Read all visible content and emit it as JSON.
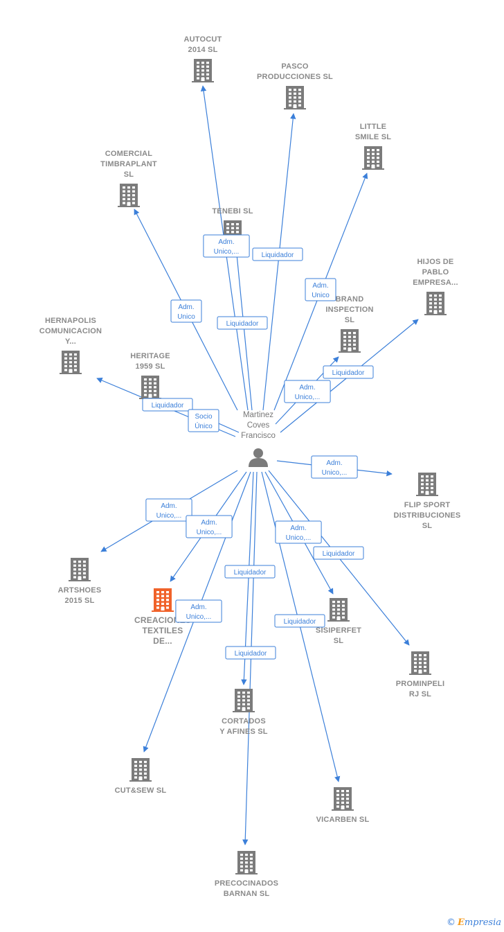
{
  "center": {
    "name": "Martinez Coves Francisco",
    "lines": [
      "Martinez",
      "Coves",
      "Francisco"
    ]
  },
  "colors": {
    "edge": "#3b7fd9",
    "building": "#7b7b7b",
    "building_highlight": "#f0622a",
    "label": "#8a8a8a"
  },
  "companies": [
    {
      "id": "autocut",
      "lines": [
        "AUTOCUT",
        "2014  SL"
      ]
    },
    {
      "id": "pasco",
      "lines": [
        "PASCO",
        "PRODUCCIONES SL"
      ]
    },
    {
      "id": "little-smile",
      "lines": [
        "LITTLE",
        "SMILE SL"
      ]
    },
    {
      "id": "comercial-timbraplant",
      "lines": [
        "COMERCIAL",
        "TIMBRAPLANT",
        "SL"
      ]
    },
    {
      "id": "tenebi",
      "lines": [
        "TENEBI SL"
      ]
    },
    {
      "id": "hijos-de-pablo",
      "lines": [
        "HIJOS DE",
        "PABLO",
        "EMPRESA..."
      ]
    },
    {
      "id": "brand-inspection",
      "lines": [
        "BRAND",
        "INSPECTION",
        "SL"
      ]
    },
    {
      "id": "hernapolis",
      "lines": [
        "HERNAPOLIS",
        "COMUNICACION",
        "Y..."
      ]
    },
    {
      "id": "heritage",
      "lines": [
        "HERITAGE",
        "1959  SL"
      ]
    },
    {
      "id": "flip-sport",
      "lines": [
        "FLIP SPORT",
        "DISTRIBUCIONES",
        "SL"
      ]
    },
    {
      "id": "artshoes",
      "lines": [
        "ARTSHOES",
        "2015  SL"
      ]
    },
    {
      "id": "creaciones-textiles",
      "lines": [
        "CREACIONES",
        "TEXTILES",
        "DE..."
      ],
      "highlight": true
    },
    {
      "id": "sisiperfet",
      "lines": [
        "SISIPERFET",
        "SL"
      ]
    },
    {
      "id": "prominpeli",
      "lines": [
        "PROMINPELI",
        "RJ SL"
      ]
    },
    {
      "id": "cortados",
      "lines": [
        "CORTADOS",
        "Y AFINES SL"
      ]
    },
    {
      "id": "cutsew",
      "lines": [
        "CUT&SEW  SL"
      ]
    },
    {
      "id": "vicarben",
      "lines": [
        "VICARBEN SL"
      ]
    },
    {
      "id": "precocinados",
      "lines": [
        "PRECOCINADOS",
        "BARNAN SL"
      ]
    }
  ],
  "relations": [
    {
      "to": "autocut",
      "lines": [
        "Adm.",
        "Unico,..."
      ]
    },
    {
      "to": "pasco",
      "lines": [
        "Liquidador"
      ]
    },
    {
      "to": "little-smile",
      "lines": [
        "Adm.",
        "Unico"
      ]
    },
    {
      "to": "comercial-timbraplant",
      "lines": [
        "Adm.",
        "Unico"
      ]
    },
    {
      "to": "tenebi",
      "lines": [
        "Liquidador"
      ]
    },
    {
      "to": "hijos-de-pablo",
      "lines": [
        "Liquidador"
      ]
    },
    {
      "to": "brand-inspection",
      "lines": [
        "Adm.",
        "Unico,..."
      ]
    },
    {
      "to": "hernapolis",
      "lines": [
        "Liquidador"
      ]
    },
    {
      "to": "heritage",
      "lines": [
        "Socio",
        "Único"
      ]
    },
    {
      "to": "flip-sport",
      "lines": [
        "Adm.",
        "Unico,..."
      ]
    },
    {
      "to": "artshoes",
      "lines": [
        "Adm.",
        "Unico,..."
      ]
    },
    {
      "to": "creaciones-textiles",
      "lines": [
        "Adm.",
        "Unico,..."
      ]
    },
    {
      "to": "sisiperfet",
      "lines": [
        "Adm.",
        "Unico,..."
      ]
    },
    {
      "to": "prominpeli",
      "lines": [
        "Liquidador"
      ]
    },
    {
      "to": "cortados",
      "lines": [
        "Liquidador"
      ]
    },
    {
      "to": "cutsew",
      "lines": [
        "Adm.",
        "Unico,..."
      ]
    },
    {
      "to": "vicarben",
      "lines": [
        "Liquidador"
      ]
    },
    {
      "to": "precocinados",
      "lines": [
        "Liquidador"
      ]
    }
  ],
  "footer": {
    "copyright": "©",
    "brand_initial": "E",
    "brand_rest": "mpresia"
  }
}
